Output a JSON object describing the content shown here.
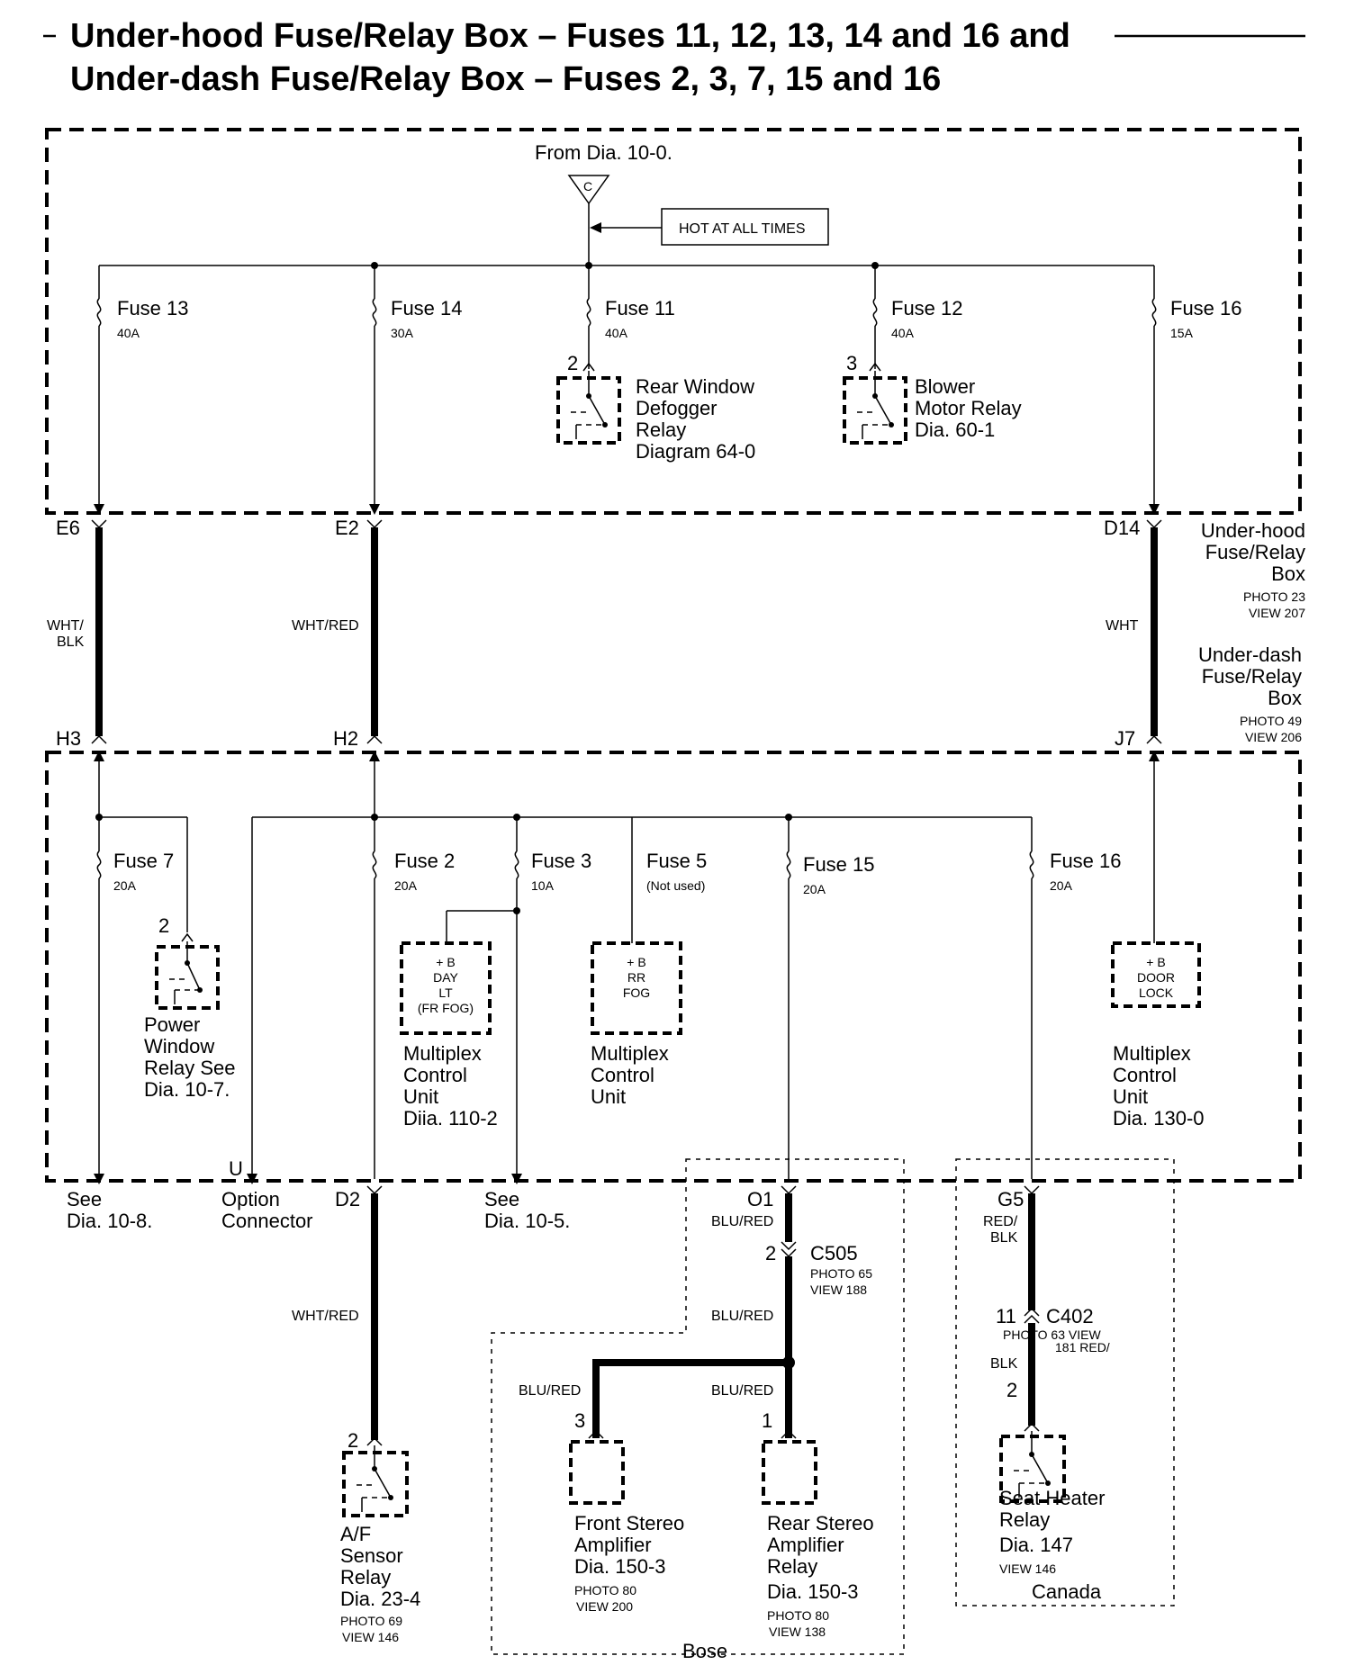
{
  "title": {
    "line1": "Under-hood Fuse/Relay Box – Fuses 11, 12, 13, 14 and 16 and",
    "line2": "Under-dash Fuse/Relay Box – Fuses 2, 3, 7, 15 and 16"
  },
  "top_box": {
    "source": "From Dia. 10-0.",
    "connector_letter": "C",
    "hot_label": "HOT AT ALL TIMES",
    "fuses": [
      {
        "name": "Fuse 13",
        "rating": "40A"
      },
      {
        "name": "Fuse 14",
        "rating": "30A"
      },
      {
        "name": "Fuse 11",
        "rating": "40A"
      },
      {
        "name": "Fuse 12",
        "rating": "40A"
      },
      {
        "name": "Fuse 16",
        "rating": "15A"
      }
    ],
    "relay_rear_defog": {
      "pin": "2",
      "l1": "Rear Window",
      "l2": "Defogger",
      "l3": "Relay",
      "l4": "Diagram 64-0"
    },
    "relay_blower": {
      "pin": "3",
      "l1": "Blower",
      "l2": "Motor Relay",
      "l3": "Dia. 60-1"
    }
  },
  "terminals_top": {
    "t1": "E6",
    "t2": "E2",
    "t3": "D14"
  },
  "wires": {
    "w1": "WHT/",
    "w1b": "BLK",
    "w2": "WHT/RED",
    "w3": "WHT"
  },
  "box_labels": {
    "uh1": "Under-hood",
    "uh2": "Fuse/Relay",
    "uh3": "Box",
    "uh_photo": "PHOTO 23",
    "uh_view": "VIEW 207",
    "ud1": "Under-dash",
    "ud2": "Fuse/Relay",
    "ud3": "Box",
    "ud_photo": "PHOTO 49",
    "ud_view": "VIEW 206"
  },
  "terminals_bottom": {
    "t1": "H3",
    "t2": "H2",
    "t3": "J7"
  },
  "under_dash": {
    "fuses": [
      {
        "name": "Fuse 7",
        "rating": "20A"
      },
      {
        "name": "Fuse 2",
        "rating": "20A"
      },
      {
        "name": "Fuse 3",
        "rating": "10A"
      },
      {
        "name": "Fuse 5",
        "rating": "(Not used)"
      },
      {
        "name": "Fuse 15",
        "rating": "20A"
      },
      {
        "name": "Fuse 16",
        "rating": "20A"
      }
    ],
    "pw_relay": {
      "pin": "2",
      "l1": "Power",
      "l2": "Window",
      "l3": "Relay See",
      "l4": "Dia.  10-7."
    },
    "mcu1": {
      "b1": "+ B",
      "b2": "DAY",
      "b3": "LT",
      "b4": "(FR FOG)",
      "l1": "Multiplex",
      "l2": "Control",
      "l3": "Unit",
      "l4": "Diia. 110-2"
    },
    "mcu2": {
      "b1": "+ B",
      "b2": "RR",
      "b3": "FOG",
      "l1": "Multiplex",
      "l2": "Control",
      "l3": "Unit"
    },
    "mcu3": {
      "b1": "+ B",
      "b2": "DOOR",
      "b3": "LOCK",
      "l1": "Multiplex",
      "l2": "Control",
      "l3": "Unit",
      "l4": "Dia. 130-0"
    }
  },
  "bottom": {
    "see1a": "See",
    "see1b": "Dia.  10-8.",
    "u": "U",
    "opt1": "Option",
    "opt2": "Connector",
    "d2": "D2",
    "see2a": "See",
    "see2b": "Dia.  10-5.",
    "o1": "O1",
    "o1_wire": "BLU/RED",
    "c505_pin": "2",
    "c505": "C505",
    "c505_photo": "PHOTO 65",
    "c505_view": "VIEW 188",
    "o1_wire2": "BLU/RED",
    "g5": "G5",
    "g5_w1": "RED/",
    "g5_w2": "BLK",
    "c402_pin": "11",
    "c402": "C402",
    "c402_photo": "PHOTO 63 VIEW",
    "c402_view": "181 RED/",
    "blk": "BLK",
    "seat_pin": "2",
    "af_wire": "WHT/RED",
    "af_pin": "2",
    "af1": "A/F",
    "af2": "Sensor",
    "af3": "Relay",
    "af4": "Dia. 23-4",
    "af_photo": "PHOTO 69",
    "af_view": "VIEW 146",
    "br_left": "BLU/RED",
    "br_right": "BLU/RED",
    "fsa_pin": "3",
    "fsa1": "Front Stereo",
    "fsa2": "Amplifier",
    "fsa3": "Dia. 150-3",
    "fsa_photo": "PHOTO 80",
    "fsa_view": "VIEW 200",
    "rsa_pin": "1",
    "rsa1": "Rear Stereo",
    "rsa2": "Amplifier",
    "rsa3": "Relay",
    "rsa4": "Dia. 150-3",
    "rsa_photo": "PHOTO 80",
    "rsa_view": "VIEW 138",
    "seat1": "Seat Heater",
    "seat2": "Relay",
    "seat3": "Dia. 147",
    "seat_view": "VIEW 146",
    "bose": "Bose",
    "canada": "Canada"
  }
}
